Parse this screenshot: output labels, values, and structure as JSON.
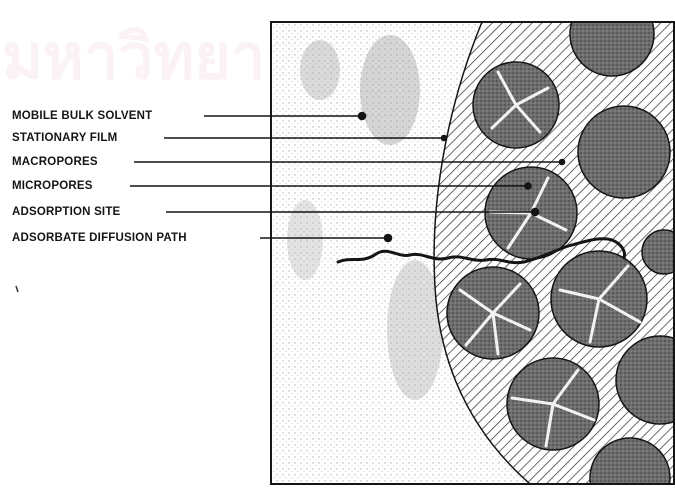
{
  "watermark": "มหาวิทยาลัย",
  "labels": [
    "MOBILE BULK SOLVENT",
    "STATIONARY FILM",
    "MACROPORES",
    "MICROPORES",
    "ADSORPTION SITE",
    "ADSORBATE DIFFUSION PATH"
  ],
  "colors": {
    "ink": "#151515",
    "particle": "#6e6e6e",
    "pore": "#f2f2f2"
  }
}
